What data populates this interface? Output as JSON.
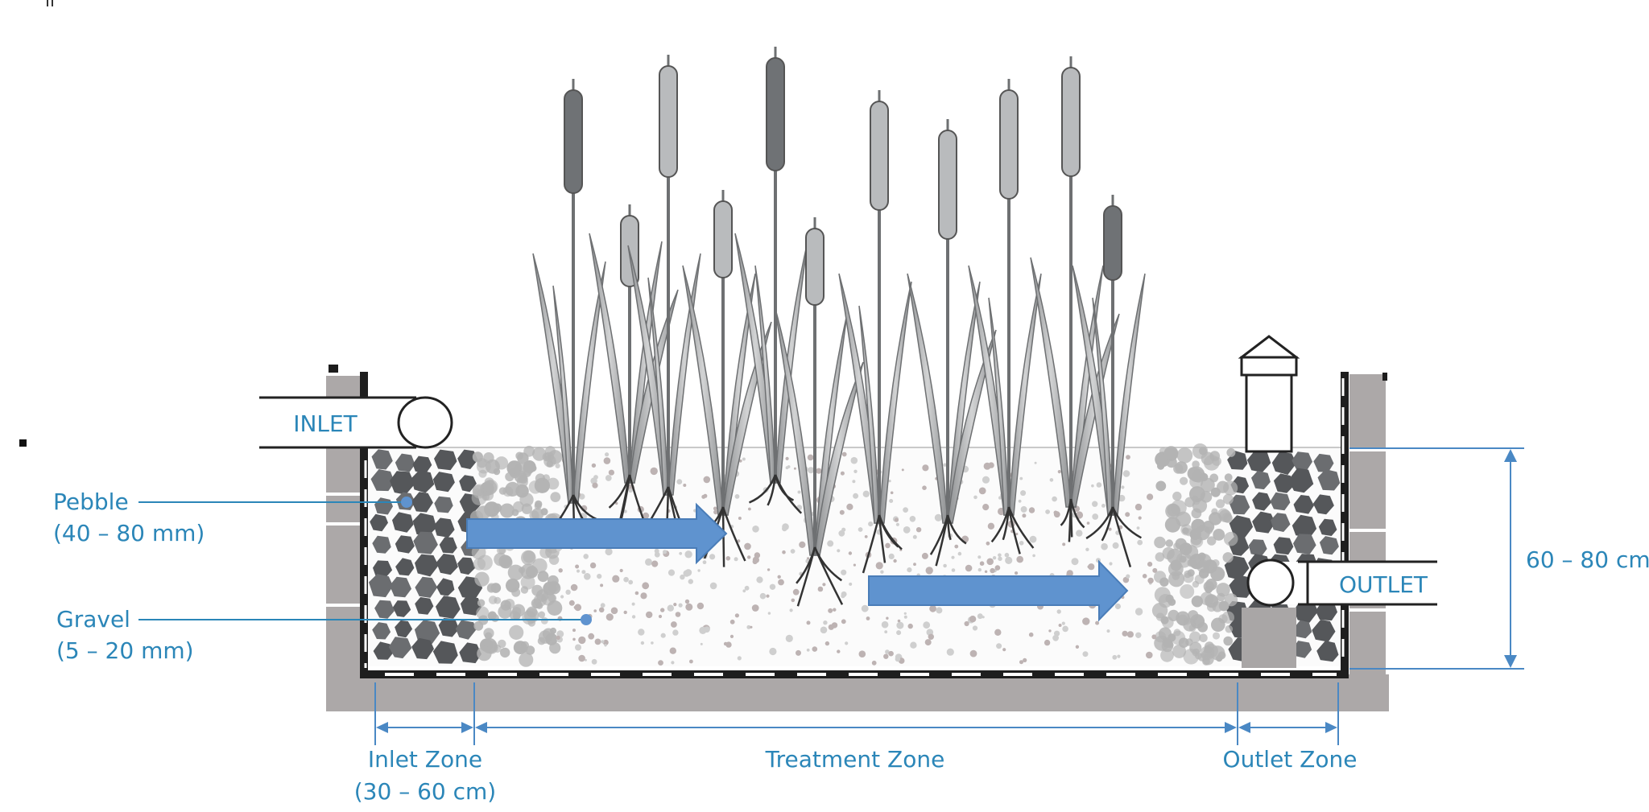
{
  "labels": {
    "inlet": "INLET",
    "outlet": "OUTLET",
    "pebble_title": "Pebble",
    "pebble_size": "(40 – 80 mm)",
    "gravel_title": "Gravel",
    "gravel_size": "(5 – 20 mm)",
    "depth": "60 – 80 cm",
    "inlet_zone": "Inlet Zone",
    "inlet_zone_size": "(30 – 60 cm)",
    "treatment_zone": "Treatment Zone",
    "outlet_zone": "Outlet Zone"
  },
  "colors": {
    "label": "#2b86b8",
    "arrow": "#5f93cf",
    "dimension_line": "#4a88c4",
    "pebble": "#55575a",
    "gravel_light": "#b3b3b3",
    "wall": "#a9a5a5",
    "liner": "#222222",
    "plant_dark": "#6f7275",
    "plant_light": "#b9bbbd"
  }
}
